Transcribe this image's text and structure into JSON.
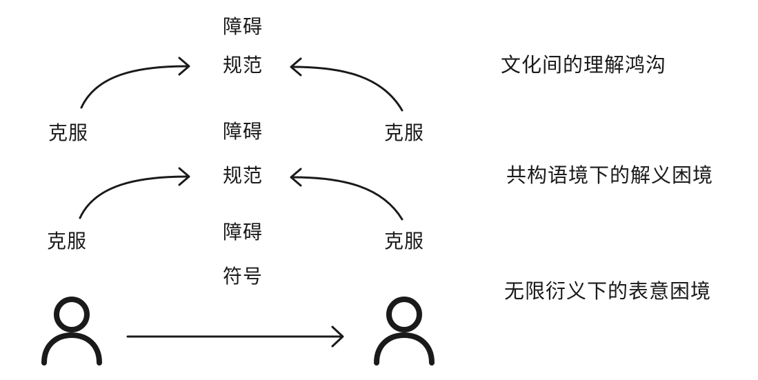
{
  "levels": [
    {
      "obstacle": "障碍",
      "medium": "规范",
      "left_action": "克服",
      "right_action": "克服",
      "description": "文化间的理解鸿沟"
    },
    {
      "obstacle": "障碍",
      "medium": "规范",
      "left_action": "克服",
      "right_action": "克服",
      "description": "共构语境下的解义困境"
    },
    {
      "obstacle": "障碍",
      "medium": "符号",
      "description": "无限衍义下的表意困境"
    }
  ],
  "icons": {
    "left_person": "person-icon",
    "right_person": "person-icon"
  },
  "colors": {
    "stroke": "#1a1a1a",
    "background": "#ffffff"
  }
}
